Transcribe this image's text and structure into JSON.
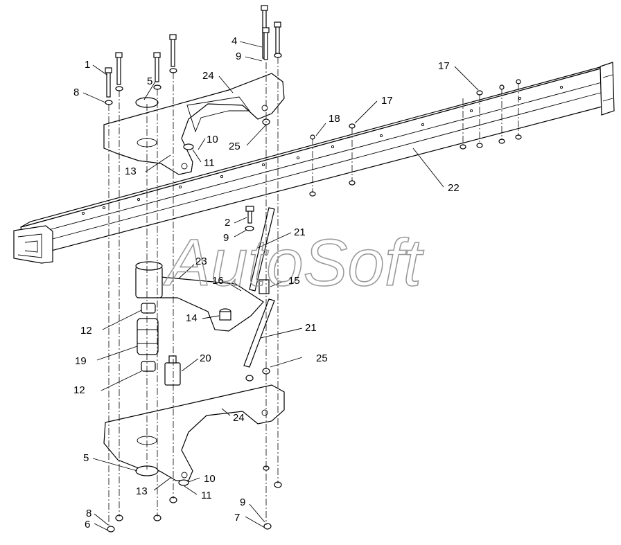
{
  "watermark": "AutoSoft",
  "labels": [
    "1",
    "2",
    "4",
    "5",
    "5",
    "6",
    "7",
    "8",
    "8",
    "9",
    "9",
    "9",
    "10",
    "10",
    "11",
    "11",
    "12",
    "12",
    "13",
    "13",
    "14",
    "15",
    "16",
    "17",
    "17",
    "18",
    "19",
    "20",
    "21",
    "21",
    "22",
    "23",
    "24",
    "24",
    "25",
    "25"
  ]
}
